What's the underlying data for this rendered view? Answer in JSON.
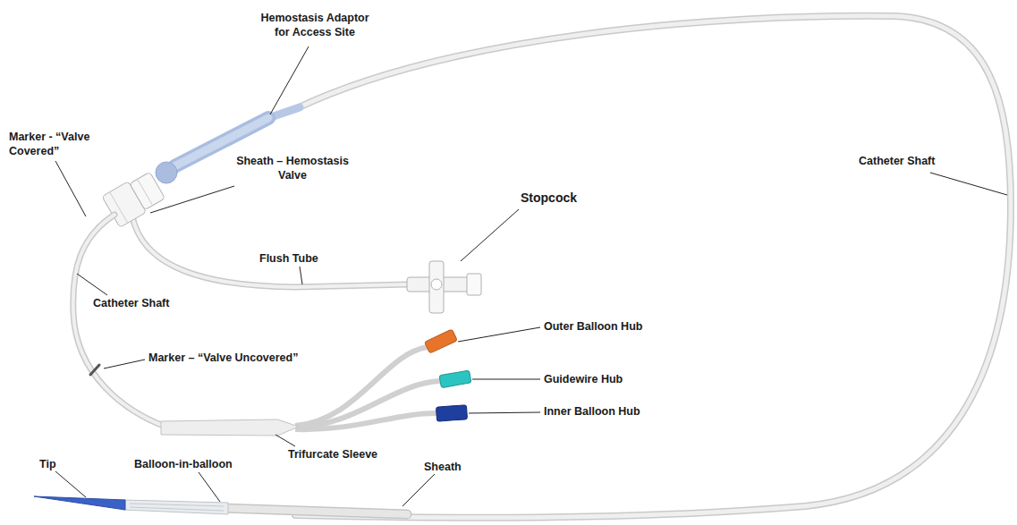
{
  "diagram": {
    "labels": [
      "Hemostasis Adaptor for Access Site",
      "Marker - “Valve Covered”",
      "Sheath – Hemostasis Valve",
      "Stopcock",
      "Catheter Shaft",
      "Flush Tube",
      "Catheter Shaft",
      "Outer Balloon Hub",
      "Marker – “Valve Uncovered”",
      "Guidewire Hub",
      "Inner Balloon Hub",
      "Trifurcate Sleeve",
      "Tip",
      "Balloon-in-balloon",
      "Sheath"
    ]
  }
}
